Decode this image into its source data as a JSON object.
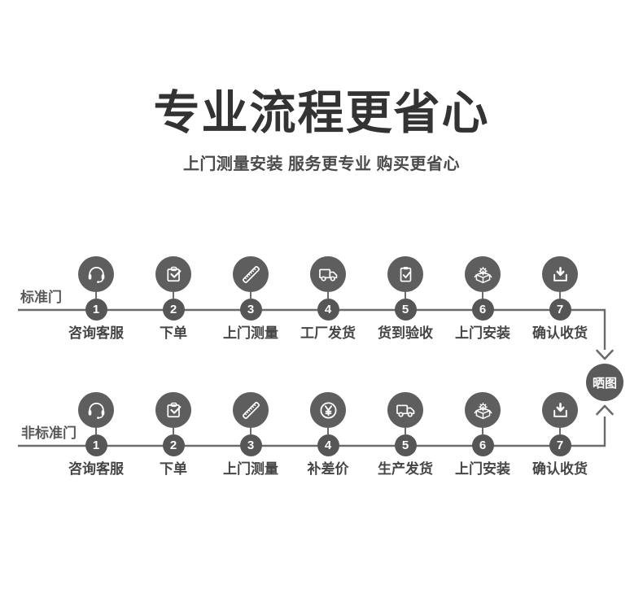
{
  "header": {
    "title": "专业流程更省心",
    "subtitle": "上门测量安装 服务更专业 购买更省心"
  },
  "badge": {
    "label": "晒图"
  },
  "colors": {
    "background": "#ffffff",
    "title_text": "#333333",
    "icon_circle": "#5e5e5e",
    "number_circle": "#565656",
    "connector_line": "#6b6b6b",
    "step_label_text": "#454545"
  },
  "rows": [
    {
      "label": "标准门",
      "steps": [
        {
          "num": "1",
          "icon": "headset-icon",
          "icon_href": "#i-headset",
          "label": "咨询客服"
        },
        {
          "num": "2",
          "icon": "order-clipboard-icon",
          "icon_href": "#i-order",
          "label": "下单"
        },
        {
          "num": "3",
          "icon": "ruler-icon",
          "icon_href": "#i-ruler",
          "label": "上门测量"
        },
        {
          "num": "4",
          "icon": "truck-icon",
          "icon_href": "#i-truck",
          "label": "工厂发货"
        },
        {
          "num": "5",
          "icon": "inspect-clipboard-icon",
          "icon_href": "#i-inspect",
          "label": "货到验收"
        },
        {
          "num": "6",
          "icon": "install-box-gear-icon",
          "icon_href": "#i-install",
          "label": "上门安装"
        },
        {
          "num": "7",
          "icon": "receive-goods-icon",
          "icon_href": "#i-receive",
          "label": "确认收货"
        }
      ]
    },
    {
      "label": "非标准门",
      "steps": [
        {
          "num": "1",
          "icon": "headset-icon",
          "icon_href": "#i-headset",
          "label": "咨询客服"
        },
        {
          "num": "2",
          "icon": "order-clipboard-icon",
          "icon_href": "#i-order",
          "label": "下单"
        },
        {
          "num": "3",
          "icon": "ruler-icon",
          "icon_href": "#i-ruler",
          "label": "上门测量"
        },
        {
          "num": "4",
          "icon": "yen-coin-icon",
          "icon_href": "#i-yen",
          "label": "补差价"
        },
        {
          "num": "5",
          "icon": "truck-icon",
          "icon_href": "#i-truck",
          "label": "生产发货"
        },
        {
          "num": "6",
          "icon": "install-box-gear-icon",
          "icon_href": "#i-install",
          "label": "上门安装"
        },
        {
          "num": "7",
          "icon": "receive-goods-icon",
          "icon_href": "#i-receive",
          "label": "确认收货"
        }
      ]
    }
  ]
}
